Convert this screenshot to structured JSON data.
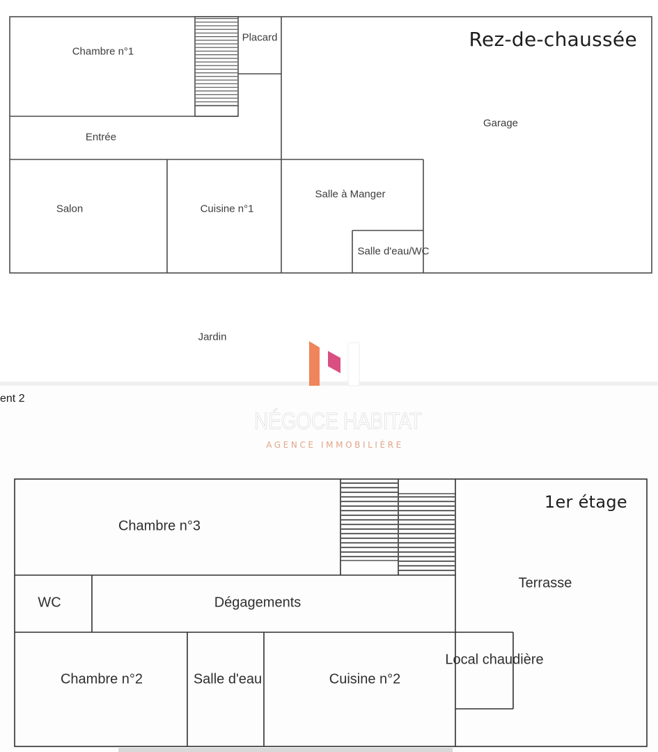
{
  "ground_floor": {
    "title": "Rez-de-chaussée",
    "rooms": {
      "chambre1": "Chambre n°1",
      "placard": "Placard",
      "entree": "Entrée",
      "garage": "Garage",
      "salon": "Salon",
      "cuisine1": "Cuisine n°1",
      "salle_a_manger": "Salle à Manger",
      "salle_deau_wc": "Salle d'eau/WC"
    },
    "outside": {
      "jardin": "Jardin"
    }
  },
  "caption": "ent 2",
  "watermark": {
    "name": "NÉGOCE HABITAT",
    "subtitle": "AGENCE IMMOBILIÈRE",
    "colors": {
      "orange": "#f0845a",
      "pink": "#d94f82",
      "subtitle": "#e2a488"
    }
  },
  "first_floor": {
    "title": "1er étage",
    "rooms": {
      "chambre3": "Chambre n°3",
      "terrasse": "Terrasse",
      "wc": "WC",
      "degagements": "Dégagements",
      "local_chaudiere": "Local chaudière",
      "chambre2": "Chambre n°2",
      "salle_deau": "Salle d'eau",
      "cuisine2": "Cuisine n°2"
    }
  },
  "colors": {
    "wall_line": "#4a4a4a",
    "label_text": "#3c3c3c",
    "background": "#ffffff"
  }
}
